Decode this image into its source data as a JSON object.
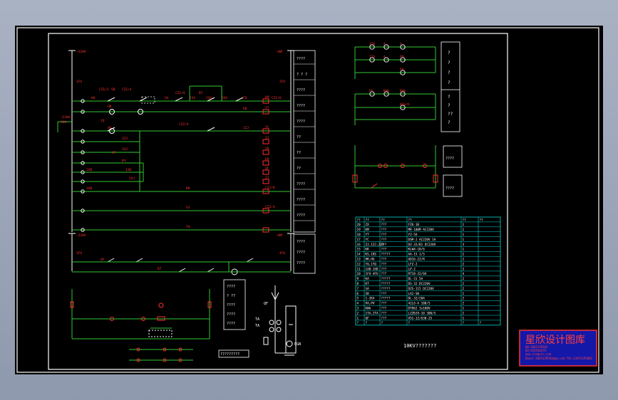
{
  "supply_labels": {
    "upper_left": "~220V",
    "upper_right": "+KM",
    "lower_left": "~220V",
    "lower_right": "+KM",
    "mid_left": "~220V",
    "mid_right": "380"
  },
  "fuse_labels": {
    "fu_upper_left": "1FU",
    "fu_upper_right": "2FU",
    "fu_lower_left": "3FU",
    "fu_lower_right": "4FU"
  },
  "control_labels": [
    "KK",
    "CZ1/3",
    "SB",
    "CZ1/4",
    "YQ",
    "SA",
    "1SA",
    "2SA",
    "3SA",
    "CZ2/4",
    "HR",
    "HG",
    "KS",
    "KT",
    "1XB",
    "2XB",
    "3XB",
    "CZ2/8",
    "BT",
    "CZ1/6"
  ],
  "right_labels": [
    "KM",
    "YT",
    "YC",
    "ZJ",
    "SD",
    "DD",
    "QF",
    "ZJ",
    "CZ2/8",
    "CZ2/4"
  ],
  "coil_labels": [
    "TQ",
    "HQ",
    "1ZJ",
    "2ZJ",
    "1XJ",
    "2XJ",
    "KM"
  ],
  "wire_labels": [
    "GY",
    "YQ",
    "QF",
    "BT"
  ],
  "left_box_rows": [
    "????",
    "? ? ?",
    "????",
    "????",
    "????",
    "??",
    "??",
    "??",
    "????",
    "????",
    "????"
  ],
  "left_box2_rows": [
    "????",
    "????",
    "????"
  ],
  "mini_box_rows": [
    "????",
    "? ??",
    "????",
    "????",
    "????"
  ],
  "mini_box_bottom": "?????????",
  "meter_labels": [
    "1TA",
    "1TA",
    "A",
    "A",
    "V",
    "PA",
    "PA",
    "PV",
    "KWh",
    "KWh",
    "KVarh"
  ],
  "meter_box_rows": [
    "?",
    "?",
    "?",
    "?",
    "?",
    "?",
    "??",
    "?"
  ],
  "ct_labels": {
    "top": "QF",
    "ta": "TA",
    "ta2": "TA",
    "ground": "EGN"
  },
  "relay_box1": "????",
  "relay_box2": "????",
  "title_text": "10KV???????",
  "parts_table": {
    "header": [
      "??",
      "??",
      "??",
      "??",
      "??",
      "??"
    ],
    "rows": [
      [
        "20",
        "ZX",
        "???",
        "FZ6-10",
        "1",
        ""
      ],
      [
        "19",
        "KM",
        "???",
        "MR-100M AC220V",
        "1",
        ""
      ],
      [
        "18",
        "YT",
        "???",
        "YZ-5A",
        "1",
        ""
      ],
      [
        "17",
        "YC",
        "???",
        "DSM-2 AC220V 1A",
        "1",
        ""
      ],
      [
        "16",
        "ZJ,1ZJ,2ZJ",
        "???",
        "DZ-32/B1 DC220V",
        "3",
        ""
      ],
      [
        "15",
        "KK",
        "???",
        "KLW4-10/6",
        "1",
        ""
      ],
      [
        "14",
        "KS,1KS",
        "?????",
        "XA-15 1/5",
        "2",
        ""
      ],
      [
        "13",
        "HR,HG",
        "???",
        "AD16-22/R",
        "2",
        ""
      ],
      [
        "12",
        "YQ,1YQ",
        "???",
        "LFZ-2",
        "2",
        ""
      ],
      [
        "11",
        "1XB-3XB",
        "???",
        "LP-2",
        "3",
        ""
      ],
      [
        "10",
        "1FU-4FU",
        "???",
        "RT18-32/6A",
        "4",
        ""
      ],
      [
        "9",
        "KA",
        "?????",
        "DL-31 5A",
        "2",
        ""
      ],
      [
        "8",
        "KT",
        "?????",
        "DS-32 DC220V",
        "2",
        ""
      ],
      [
        "7",
        "SA",
        "?????",
        "DZS-115 DC220V",
        "2",
        ""
      ],
      [
        "6",
        "SB",
        "???",
        "LA2-SB",
        "1",
        ""
      ],
      [
        "5",
        "1-2KA",
        "?????",
        "DL-32/20A",
        "2",
        ""
      ],
      [
        "4",
        "PA,PV",
        "???",
        "42L6-A 100/5",
        "2",
        ""
      ],
      [
        "3",
        "KWh",
        "???",
        "DT862 3x100V",
        "1",
        ""
      ],
      [
        "2",
        "1TA,2TA",
        "???",
        "LZZBJ9-10 300/5",
        "2",
        ""
      ],
      [
        "1",
        "QF",
        "???",
        "VS1-12/630-25",
        "1",
        ""
      ]
    ],
    "footer": [
      "?",
      "?",
      "?",
      "?",
      "?",
      "?"
    ]
  },
  "logo": {
    "title": "星欣设计图库",
    "line1": "QQ:1045139562",
    "line2": "QQ:452914479",
    "line3": "www.xingxin.com",
    "line4": "Email:1045139562@qq.com  TEL:13451191882"
  }
}
